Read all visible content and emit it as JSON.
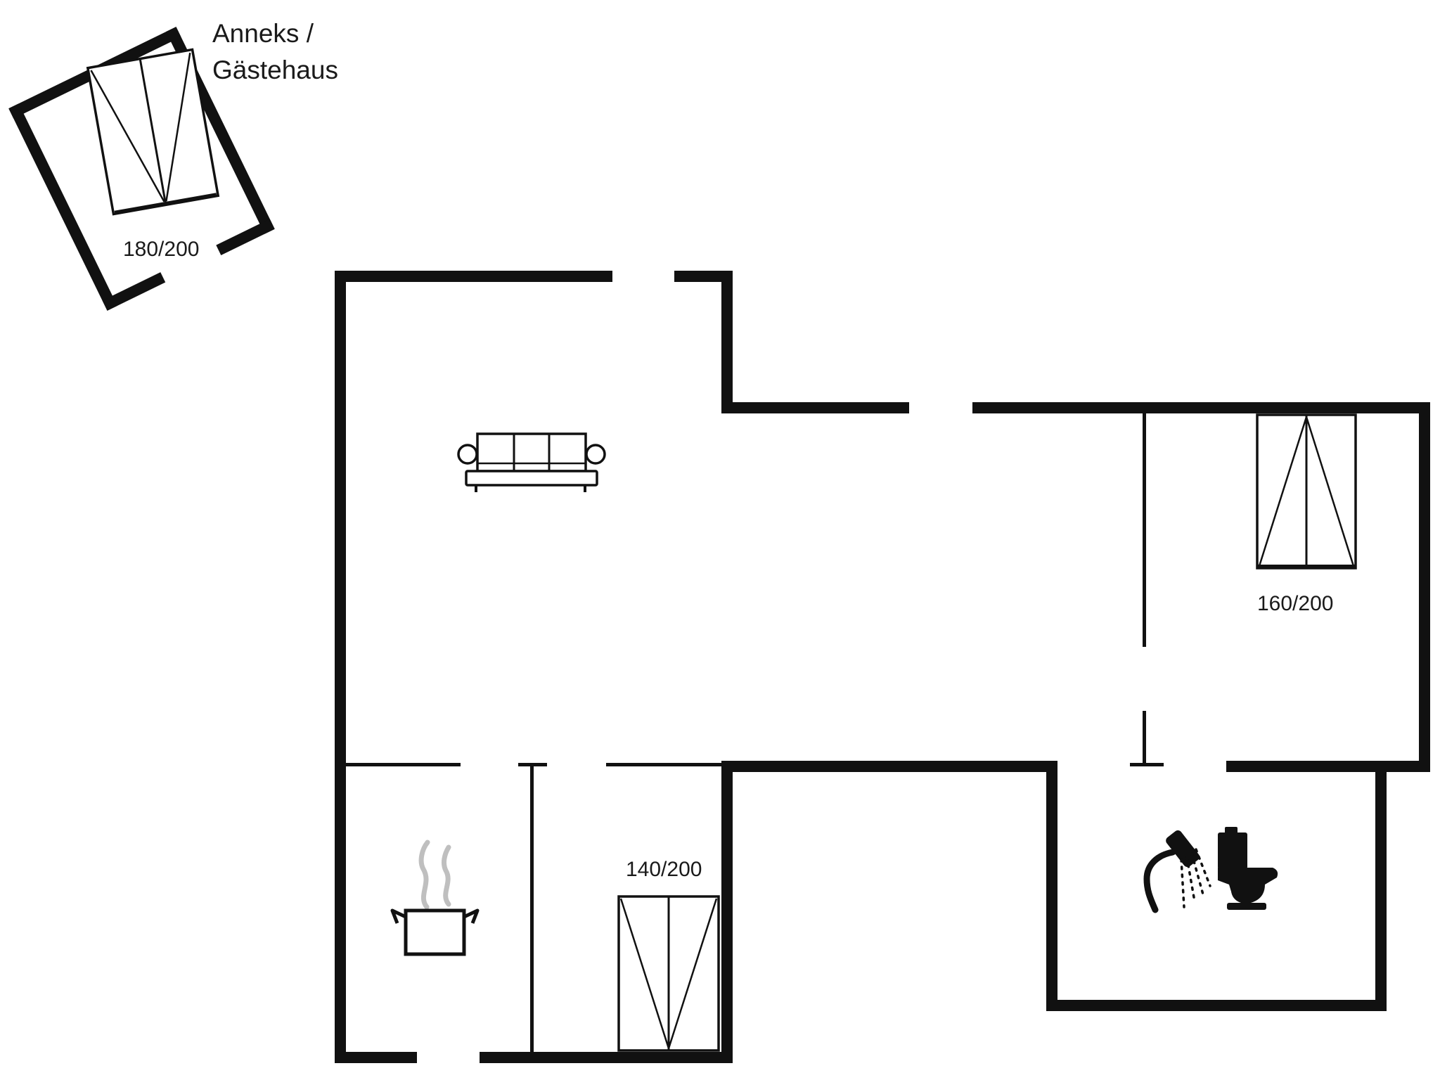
{
  "colors": {
    "background": "#ffffff",
    "wall": "#111111",
    "steam": "#bfbfbf",
    "text": "#1a1a1a"
  },
  "annex": {
    "title_line1": "Anneks /",
    "title_line2": "Gästehaus",
    "bed_label": "180/200"
  },
  "beds": {
    "right_bedroom_label": "160/200",
    "bottom_bedroom_label": "140/200"
  },
  "icons": {
    "sofa": "sofa-icon",
    "double_bed": "double-bed-icon",
    "cooking_pot": "cooking-pot-icon",
    "steam": "steam-icon",
    "shower": "shower-icon",
    "toilet": "toilet-icon"
  }
}
